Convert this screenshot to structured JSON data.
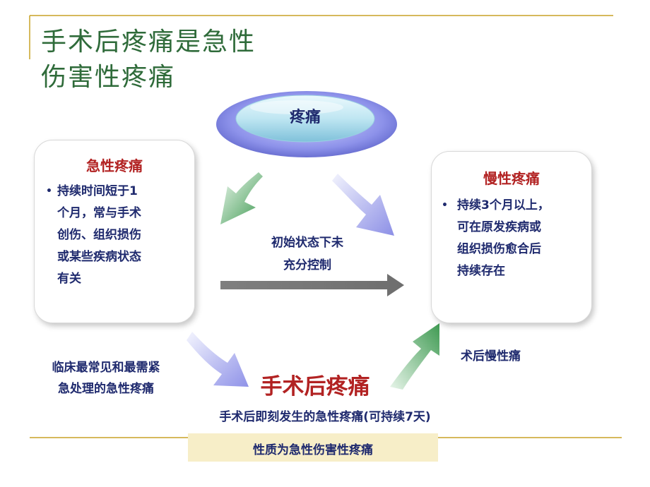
{
  "slide": {
    "title_line1": "手术后疼痛是急性",
    "title_line2": "伤害性疼痛"
  },
  "top_node": {
    "label": "疼痛"
  },
  "acute_box": {
    "title": "急性疼痛",
    "bullet_lines": [
      "持续时间短于1",
      "个月，常与手术",
      "创伤、组织损伤",
      "或某些疾病状态",
      "有关"
    ]
  },
  "chronic_box": {
    "title": "慢性疼痛",
    "bullet_lines": [
      "持续3个月以上，",
      "可在原发疾病或",
      "组织损伤愈合后",
      "持续存在"
    ]
  },
  "middle_note": {
    "lines": [
      "初始状态下未",
      "充分控制"
    ]
  },
  "left_note": {
    "lines": [
      "临床最常见和最需紧",
      "急处理的急性疼痛"
    ]
  },
  "right_note": {
    "text": "术后慢性痛"
  },
  "postop": {
    "title": "手术后疼痛",
    "desc": "手术后即刻发生的急性疼痛(可持续7天)"
  },
  "nature": {
    "text": "性质为急性伤害性疼痛"
  },
  "colors": {
    "title_green": "#2f6b3a",
    "accent_red": "#b22222",
    "text_navy": "#1f2a6e",
    "gold_rule": "#c9a227",
    "highlight_bg": "#f7eec8"
  }
}
